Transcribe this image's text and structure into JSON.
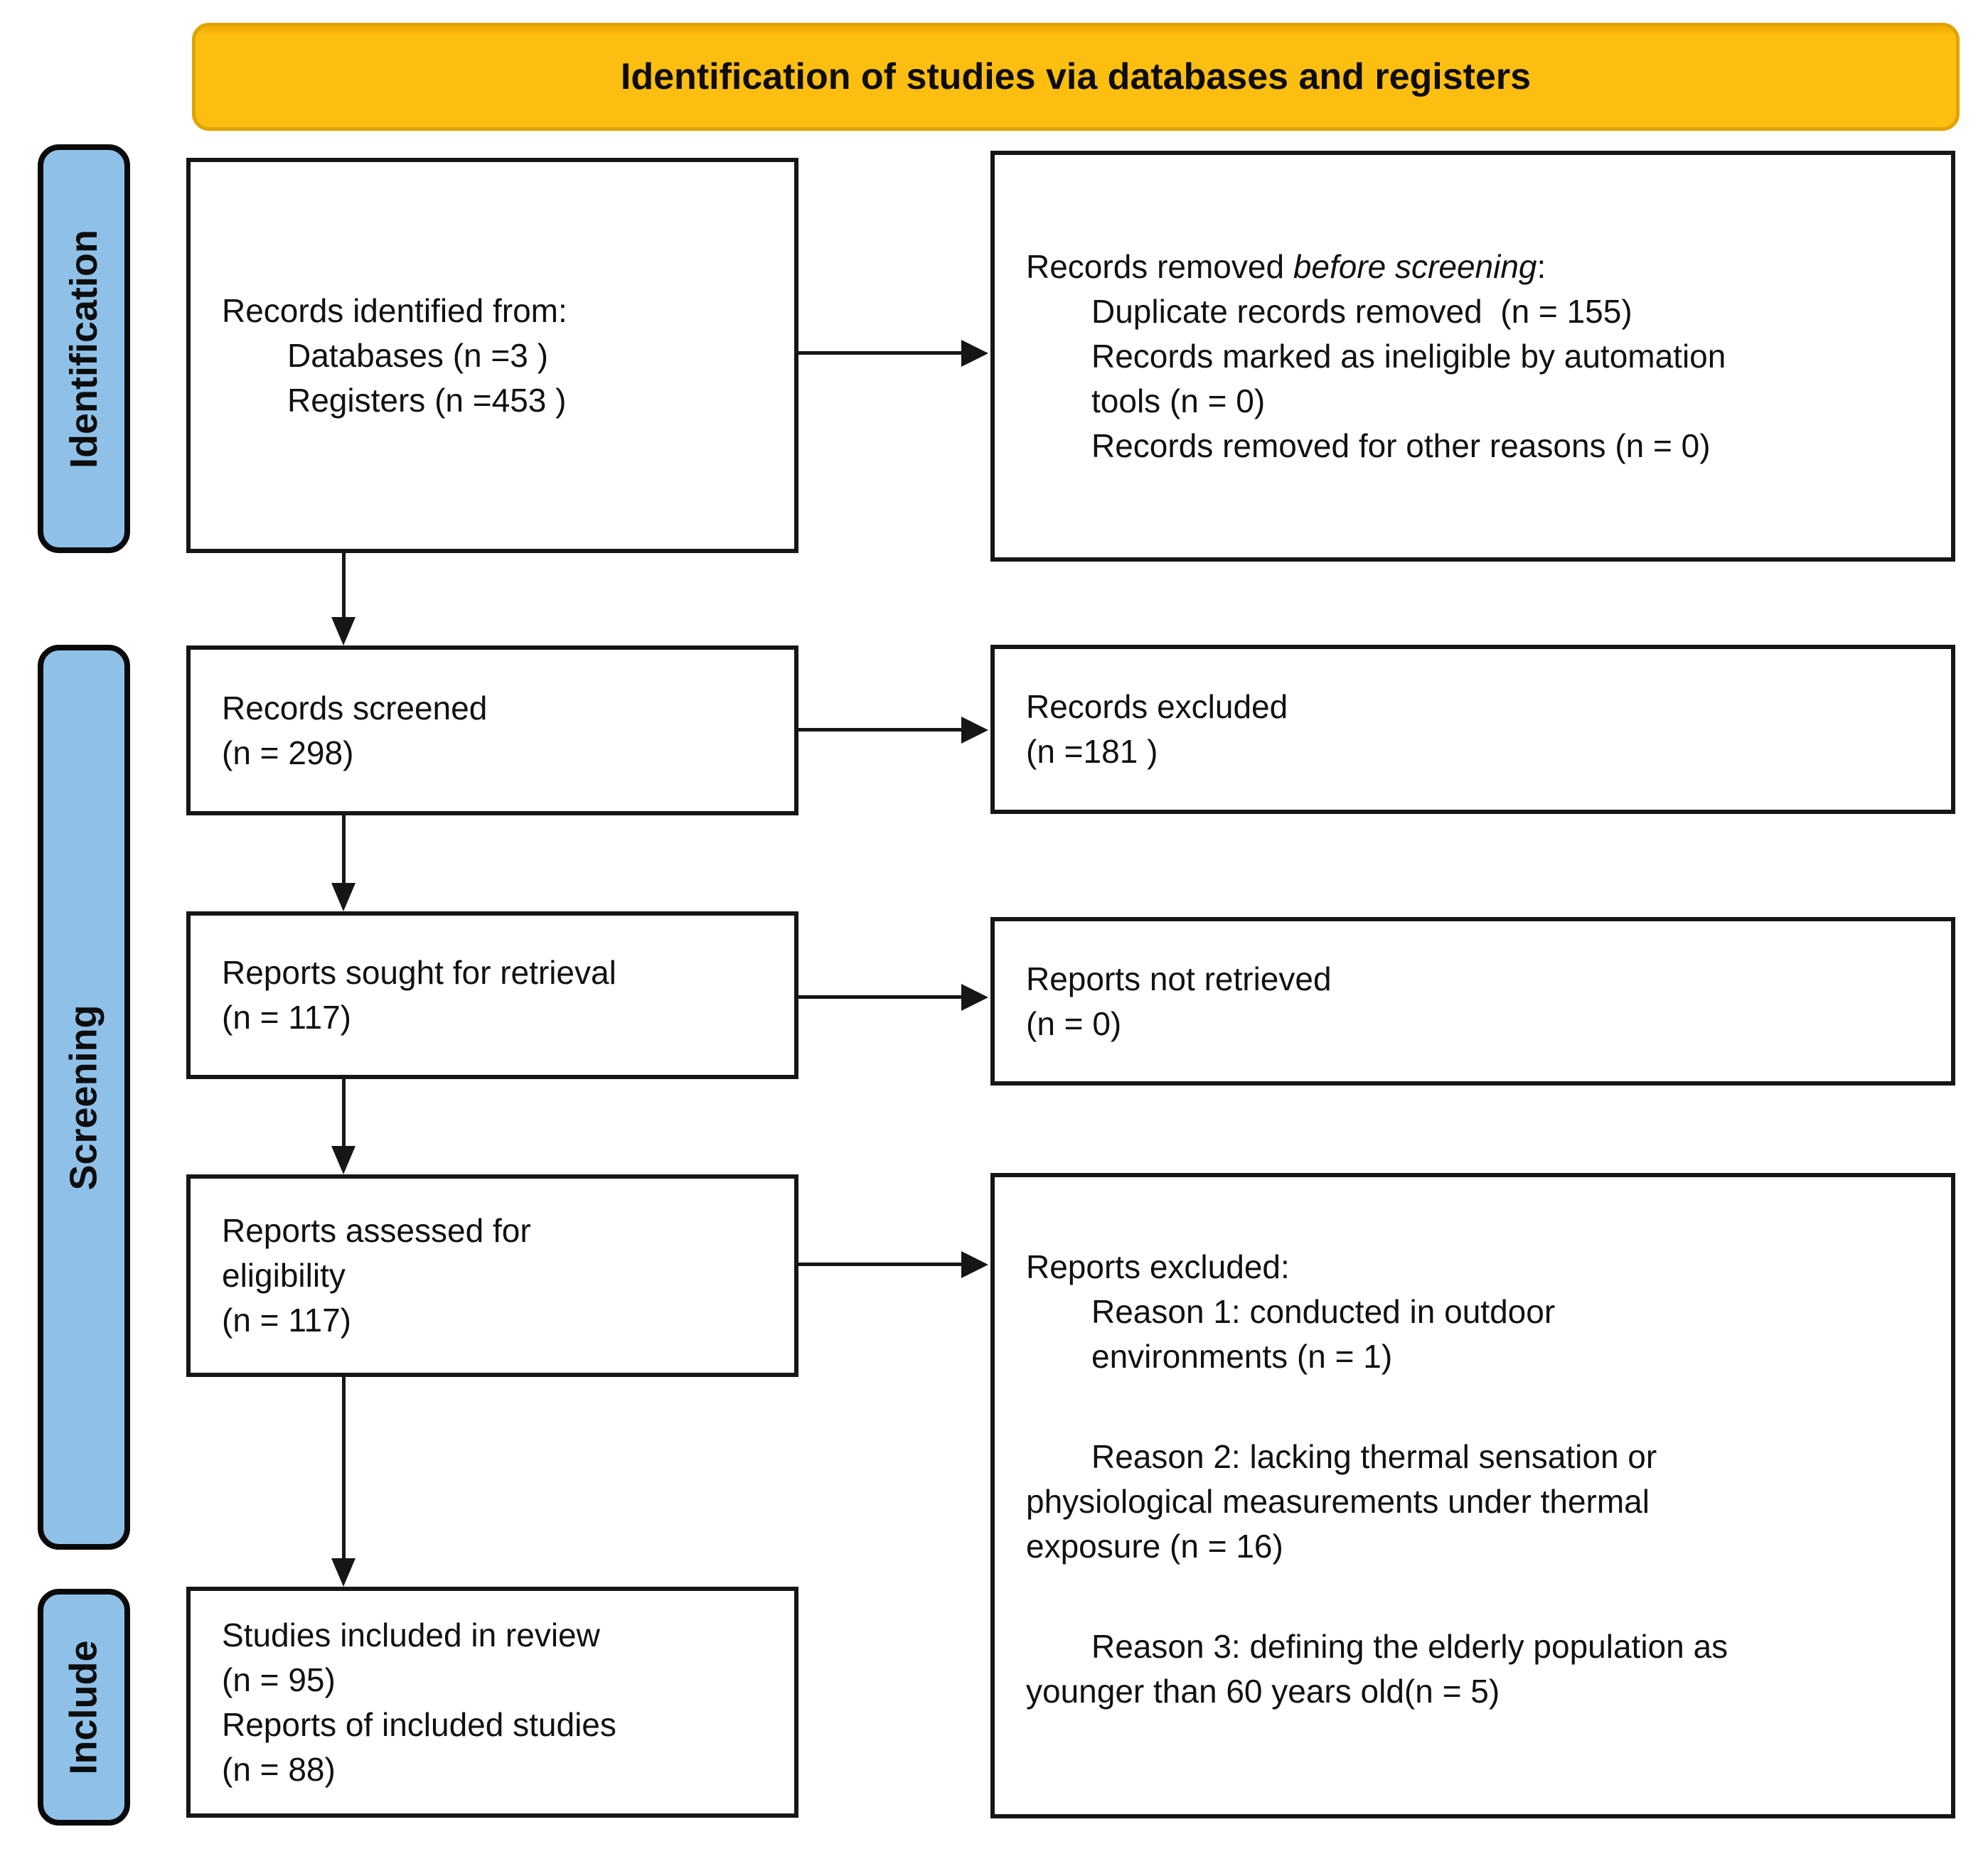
{
  "banner": {
    "title": "Identification of studies via databases and registers"
  },
  "stages": {
    "identification": "Identification",
    "screening": "Screening",
    "include": "Include"
  },
  "boxes": {
    "records_identified": {
      "lines": [
        "Records identified from:",
        "Databases (n =3 )",
        "Registers (n =453 )"
      ]
    },
    "records_removed": {
      "title_prefix": "Records removed ",
      "title_italic": "before screening",
      "title_suffix": ":",
      "lines": [
        "Duplicate records removed  (n = 155)",
        "Records marked as ineligible by automation",
        "tools (n = 0)",
        "Records removed for other reasons (n = 0)"
      ]
    },
    "records_screened": {
      "lines": [
        "Records screened",
        "(n = 298)"
      ]
    },
    "records_excluded": {
      "lines": [
        "Records excluded",
        "(n =181 )"
      ]
    },
    "reports_sought": {
      "lines": [
        "Reports sought for retrieval",
        "(n = 117)"
      ]
    },
    "reports_not_retrieved": {
      "lines": [
        "Reports not retrieved",
        "(n = 0)"
      ]
    },
    "reports_assessed": {
      "lines": [
        "Reports assessed for",
        "eligibility",
        "(n = 117)"
      ]
    },
    "reports_excluded": {
      "lines": [
        "Reports excluded:",
        "Reason 1: conducted in outdoor",
        "environments (n = 1)",
        "Reason 2: lacking thermal sensation or",
        "physiological measurements under thermal",
        "exposure (n = 16)",
        "Reason 3: defining the elderly population as",
        "younger than 60 years old(n = 5)"
      ]
    },
    "studies_included": {
      "lines": [
        "Studies included in review",
        "(n = 95)",
        "Reports of included studies",
        "(n = 88)"
      ]
    }
  },
  "colors": {
    "banner_fill": "#fcbe11",
    "banner_border": "#dfa400",
    "stage_fill": "#8fc1e8",
    "box_border": "#161616",
    "text": "#111111"
  }
}
